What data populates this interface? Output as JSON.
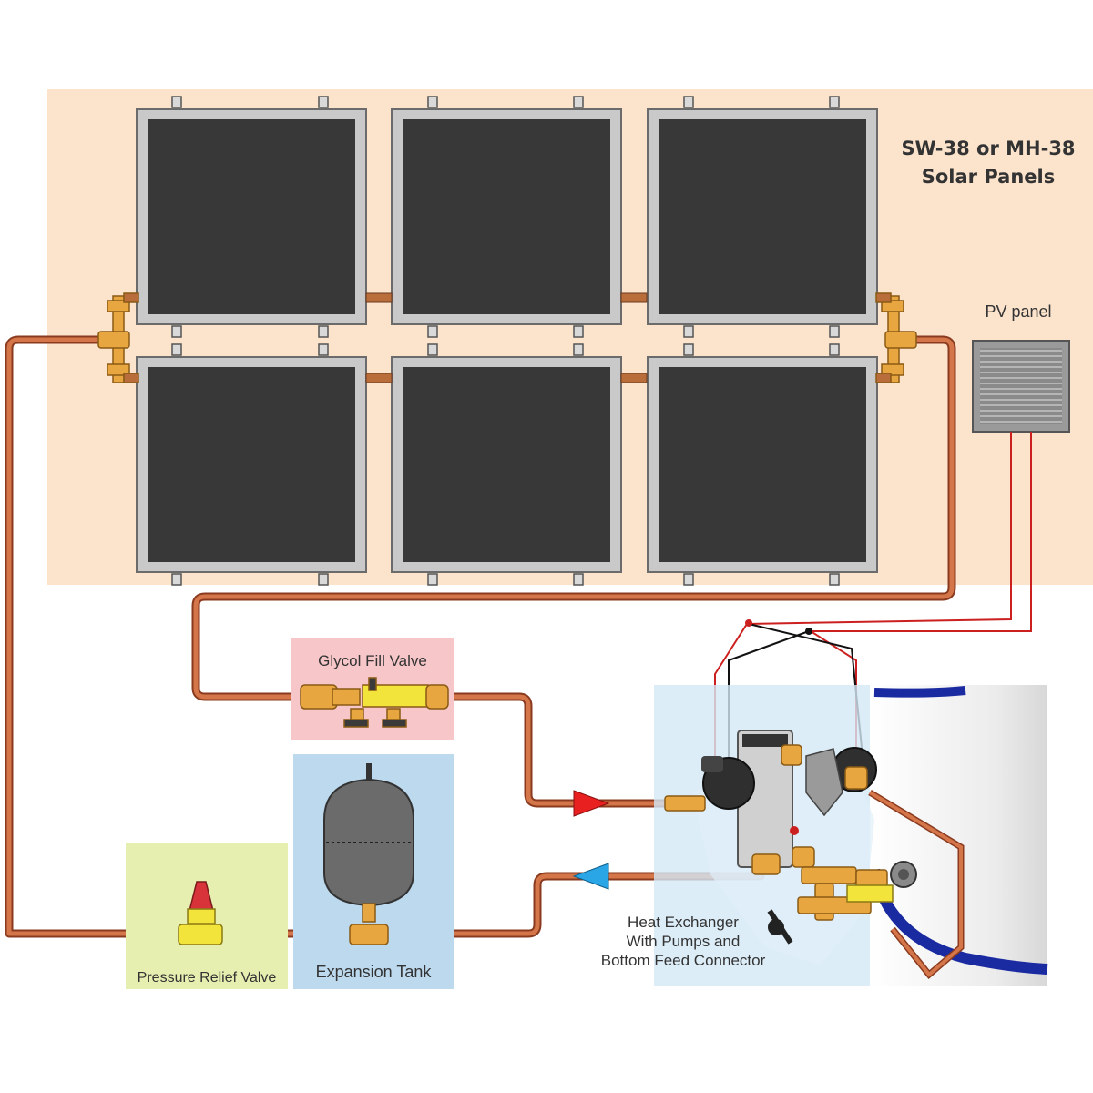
{
  "labels": {
    "panels_line1": "SW-38 or MH-38",
    "panels_line2": "Solar Panels",
    "pv_panel": "PV panel",
    "glycol_fill_valve": "Glycol Fill Valve",
    "expansion_tank": "Expansion Tank",
    "pressure_relief_valve": "Pressure Relief Valve",
    "heat_exchanger_line1": "Heat Exchanger",
    "heat_exchanger_line2": "With Pumps and",
    "heat_exchanger_line3": "Bottom Feed Connector"
  },
  "colors": {
    "panel_area": "#fbe3cc",
    "panel_frame": "#c9c9c9",
    "panel_glass": "#383838",
    "pipe": "#c8623c",
    "fitting": "#e8a640",
    "glycol_box": "#f6c6c8",
    "tank_box": "#bcd9ee",
    "relief_box": "#e6efb0",
    "supply_arrow": "#e82020",
    "return_arrow": "#2aa5e6",
    "wire_red": "#cc2020",
    "wire_black": "#111111"
  }
}
